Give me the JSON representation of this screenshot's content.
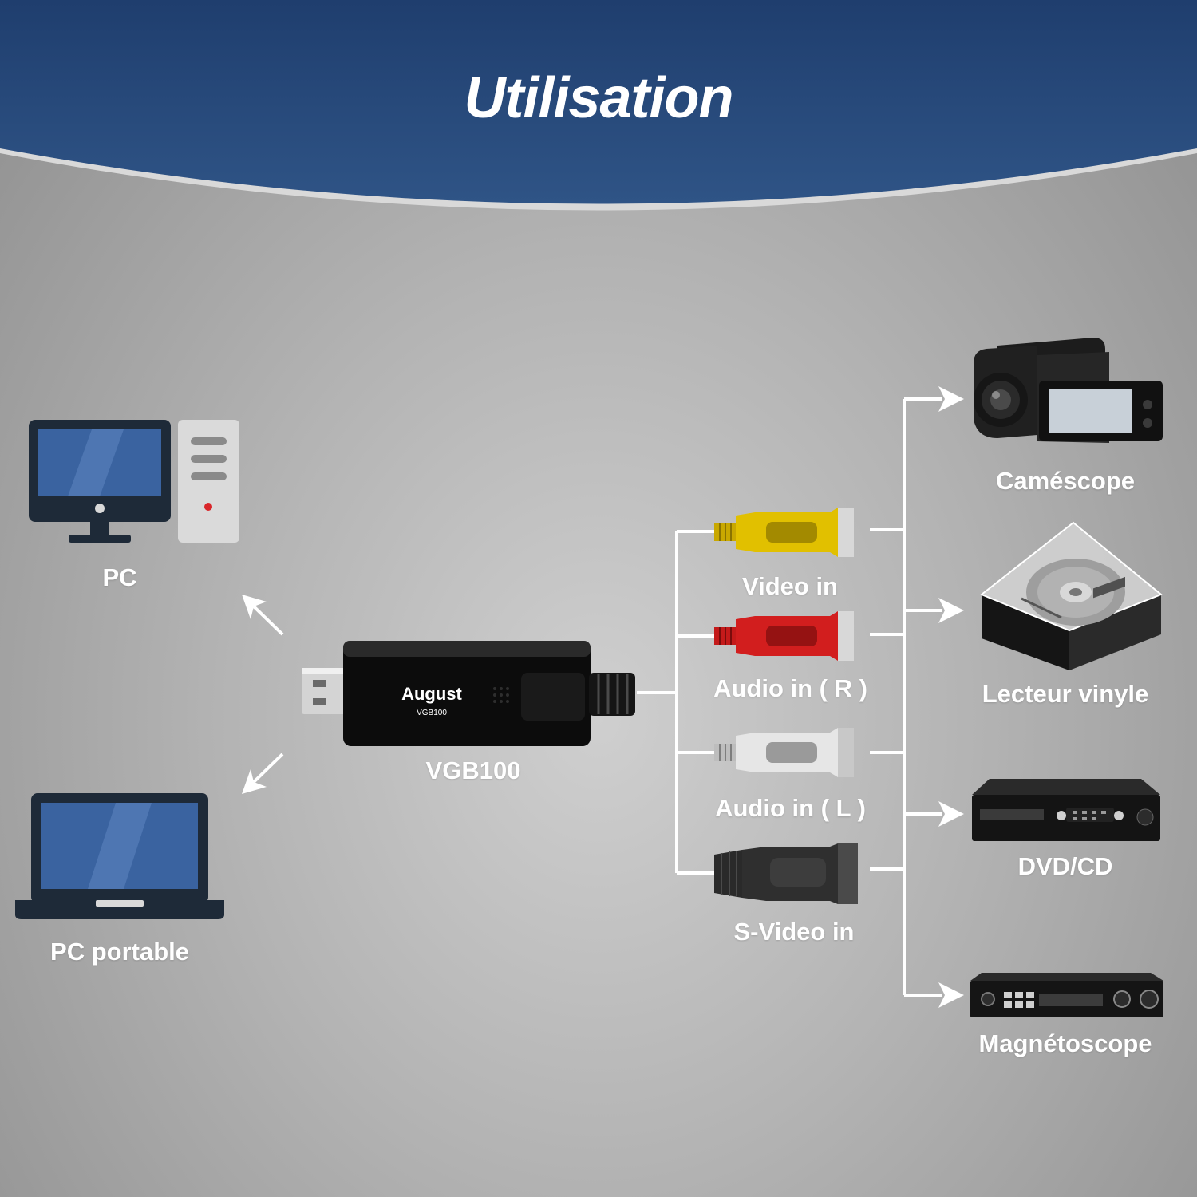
{
  "title": "Utilisation",
  "computers": {
    "pc_label": "PC",
    "laptop_label": "PC portable"
  },
  "device": {
    "label": "VGB100",
    "brand": "August",
    "model_print": "VGB100"
  },
  "connectors": {
    "video_in": "Video in",
    "audio_r": "Audio in ( R )",
    "audio_l": "Audio in ( L )",
    "svideo_in": "S-Video in"
  },
  "sources": {
    "camcorder": "Caméscope",
    "vinyl": "Lecteur vinyle",
    "dvd": "DVD/CD",
    "vcr": "Magnétoscope"
  },
  "colors": {
    "banner": "#2f5486",
    "screen": "#3a63a0",
    "video": "#e1c000",
    "audio_r": "#d21e1e",
    "audio_l": "#e6e6e6",
    "svideo": "#2a2a2a"
  }
}
